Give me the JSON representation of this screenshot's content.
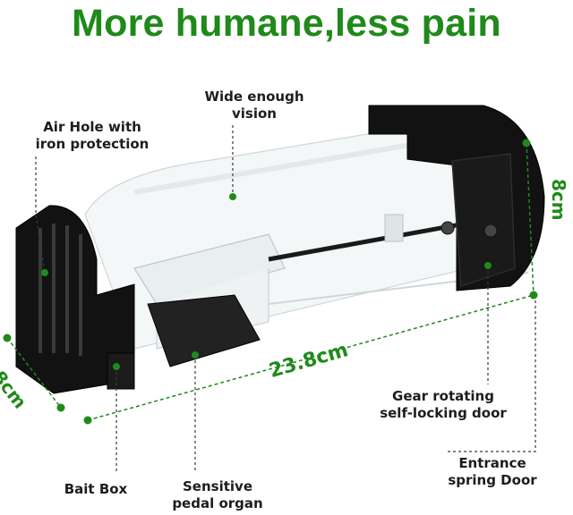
{
  "headline": "More humane,less pain",
  "labels": {
    "wide_vision_line1": "Wide enough",
    "wide_vision_line2": "vision",
    "air_hole_line1": "Air Hole with",
    "air_hole_line2": "iron protection",
    "gear_line1": "Gear rotating",
    "gear_line2": "self-locking door",
    "entrance_line1": "Entrance",
    "entrance_line2": "spring Door",
    "bait_box": "Bait Box",
    "pedal_line1": "Sensitive",
    "pedal_line2": "pedal organ"
  },
  "dimensions": {
    "length": "23.8cm",
    "width": "8cm",
    "height": "8cm"
  },
  "colors": {
    "accent_green": "#1f8a1a",
    "trap_black": "#111111",
    "text_dark": "#1d1d1d"
  }
}
